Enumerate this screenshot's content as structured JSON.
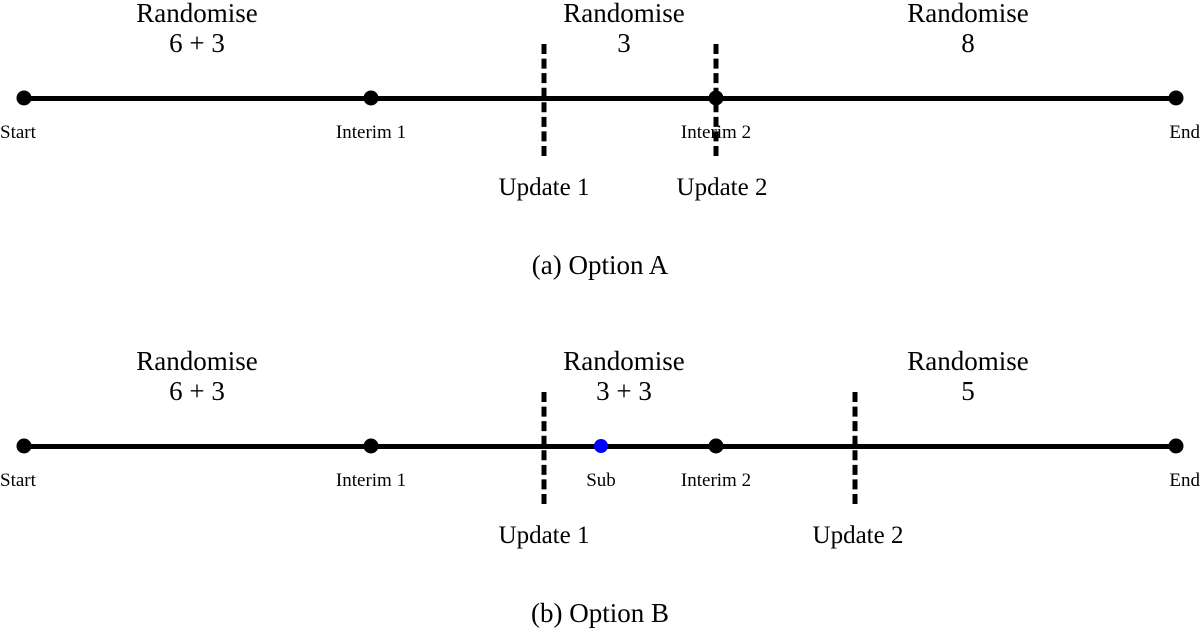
{
  "figure": {
    "background_color": "#ffffff",
    "line_color": "#000000",
    "sub_marker_color": "#0000ff"
  },
  "panels": [
    {
      "id": "option-a",
      "caption": "(a) Option A",
      "axis": {
        "start_label": "Start",
        "end_label": "End"
      },
      "randomise_groups": [
        {
          "title": "Randomise",
          "value": "6 + 3"
        },
        {
          "title": "Randomise",
          "value": "3"
        },
        {
          "title": "Randomise",
          "value": "8"
        }
      ],
      "nodes": [
        {
          "label": "Start",
          "type": "black-dot"
        },
        {
          "label": "Interim 1",
          "type": "black-dot"
        },
        {
          "label": "Interim 2",
          "type": "black-dot"
        },
        {
          "label": "End",
          "type": "black-dot"
        }
      ],
      "updates": [
        {
          "label": "Update 1"
        },
        {
          "label": "Update 2"
        }
      ]
    },
    {
      "id": "option-b",
      "caption": "(b) Option B",
      "axis": {
        "start_label": "Start",
        "end_label": "End"
      },
      "randomise_groups": [
        {
          "title": "Randomise",
          "value": "6 + 3"
        },
        {
          "title": "Randomise",
          "value": "3 + 3"
        },
        {
          "title": "Randomise",
          "value": "5"
        }
      ],
      "nodes": [
        {
          "label": "Start",
          "type": "black-dot"
        },
        {
          "label": "Interim 1",
          "type": "black-dot"
        },
        {
          "label": "Sub",
          "type": "blue-dot"
        },
        {
          "label": "Interim 2",
          "type": "black-dot"
        },
        {
          "label": "End",
          "type": "black-dot"
        }
      ],
      "updates": [
        {
          "label": "Update 1"
        },
        {
          "label": "Update 2"
        }
      ]
    }
  ]
}
